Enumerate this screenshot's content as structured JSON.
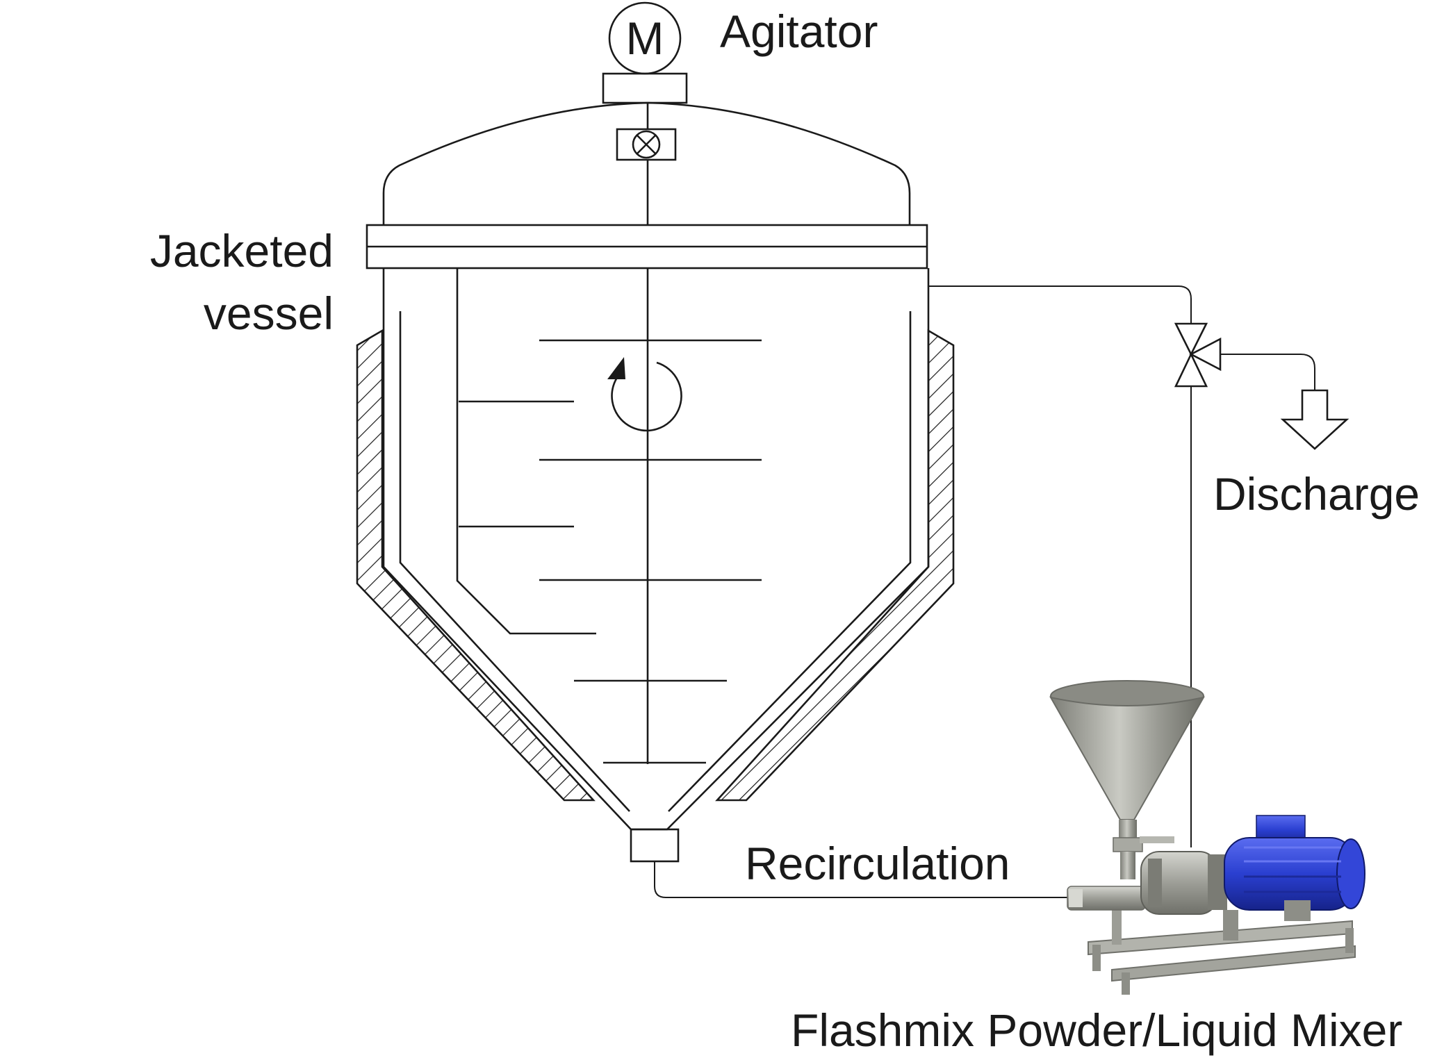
{
  "labels": {
    "motor_symbol": "M",
    "agitator": "Agitator",
    "jacketed_vessel_line1": "Jacketed",
    "jacketed_vessel_line2": "vessel",
    "discharge": "Discharge",
    "recirculation": "Recirculation",
    "mixer": "Flashmix Powder/Liquid Mixer"
  },
  "colors": {
    "line": "#1a1a1a",
    "motor_blue": "#2a3fd0",
    "steel": "#a7a8a0"
  }
}
